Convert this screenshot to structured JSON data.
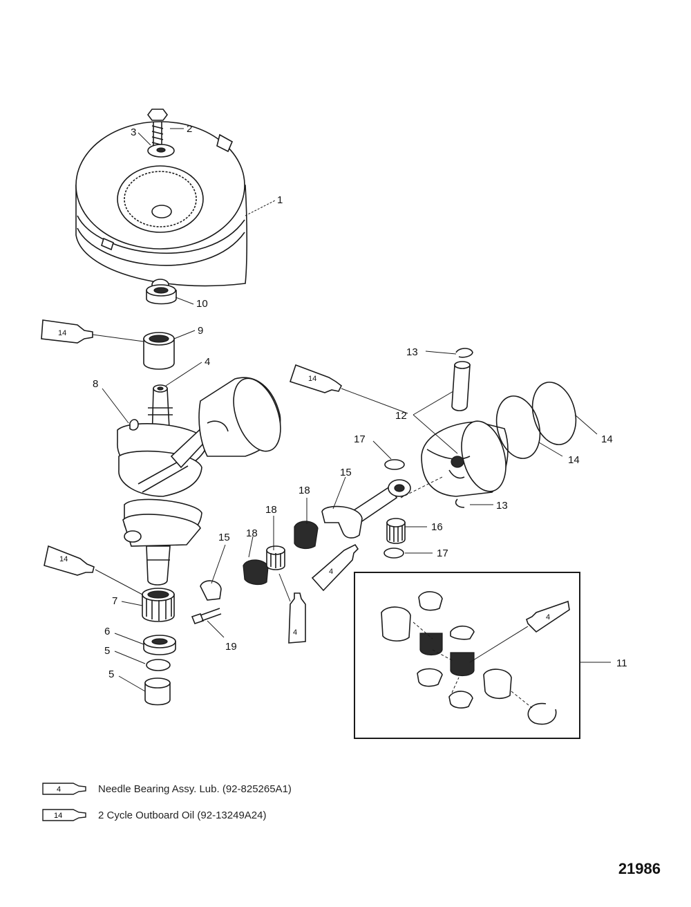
{
  "callouts": [
    {
      "id": "c2",
      "label": "2"
    },
    {
      "id": "c3",
      "label": "3"
    },
    {
      "id": "c1",
      "label": "1"
    },
    {
      "id": "c10",
      "label": "10"
    },
    {
      "id": "c9",
      "label": "9"
    },
    {
      "id": "c4",
      "label": "4"
    },
    {
      "id": "c8",
      "label": "8"
    },
    {
      "id": "c13a",
      "label": "13"
    },
    {
      "id": "c12",
      "label": "12"
    },
    {
      "id": "c14a",
      "label": "14"
    },
    {
      "id": "c14b",
      "label": "14"
    },
    {
      "id": "c17a",
      "label": "17"
    },
    {
      "id": "c15a",
      "label": "15"
    },
    {
      "id": "c18a",
      "label": "18"
    },
    {
      "id": "c13b",
      "label": "13"
    },
    {
      "id": "c18b",
      "label": "18"
    },
    {
      "id": "c16",
      "label": "16"
    },
    {
      "id": "c15b",
      "label": "15"
    },
    {
      "id": "c18c",
      "label": "18"
    },
    {
      "id": "c17b",
      "label": "17"
    },
    {
      "id": "c7",
      "label": "7"
    },
    {
      "id": "c6",
      "label": "6"
    },
    {
      "id": "c19",
      "label": "19"
    },
    {
      "id": "c5a",
      "label": "5"
    },
    {
      "id": "c5b",
      "label": "5"
    },
    {
      "id": "c11",
      "label": "11"
    }
  ],
  "tube_labels": {
    "t14a": "14",
    "t14b": "14",
    "t14c": "14",
    "t4a": "4",
    "t4b": "4",
    "t4c": "4"
  },
  "legend": [
    {
      "code": "4",
      "text": "Needle Bearing Assy. Lub. (92-825265A1)"
    },
    {
      "code": "14",
      "text": "2 Cycle Outboard Oil (92-13249A24)"
    }
  ],
  "figure_number": "21986"
}
